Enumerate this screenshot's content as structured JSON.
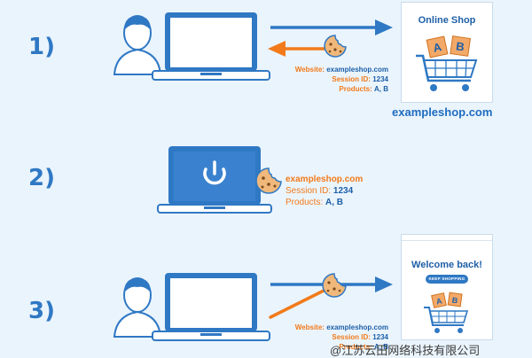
{
  "steps": [
    {
      "number": "1)",
      "cookie": {
        "website_label": "Website:",
        "website": "exampleshop.com",
        "session_label": "Session ID:",
        "session": "1234",
        "products_label": "Products:",
        "products": "A, B"
      },
      "shop": {
        "title": "Online Shop",
        "boxes": [
          "A",
          "B"
        ]
      },
      "domain": "exampleshop.com"
    },
    {
      "number": "2)",
      "cookie": {
        "website": "exampleshop.com",
        "session_label": "Session ID:",
        "session": "1234",
        "products_label": "Products:",
        "products": "A, B"
      }
    },
    {
      "number": "3)",
      "cookie": {
        "website_label": "Website:",
        "website": "exampleshop.com",
        "session_label": "Session ID:",
        "session": "1234",
        "products_label": "Products:",
        "products": "A, B"
      },
      "shop": {
        "title": "Welcome back!",
        "button": "KEEP SHOPPING",
        "boxes": [
          "A",
          "B"
        ]
      }
    }
  ],
  "watermark": "@江苏云田网络科技有限公司",
  "colors": {
    "blue": "#2f78c4",
    "orange": "#f27a1a",
    "background": "#eaf4fc"
  }
}
